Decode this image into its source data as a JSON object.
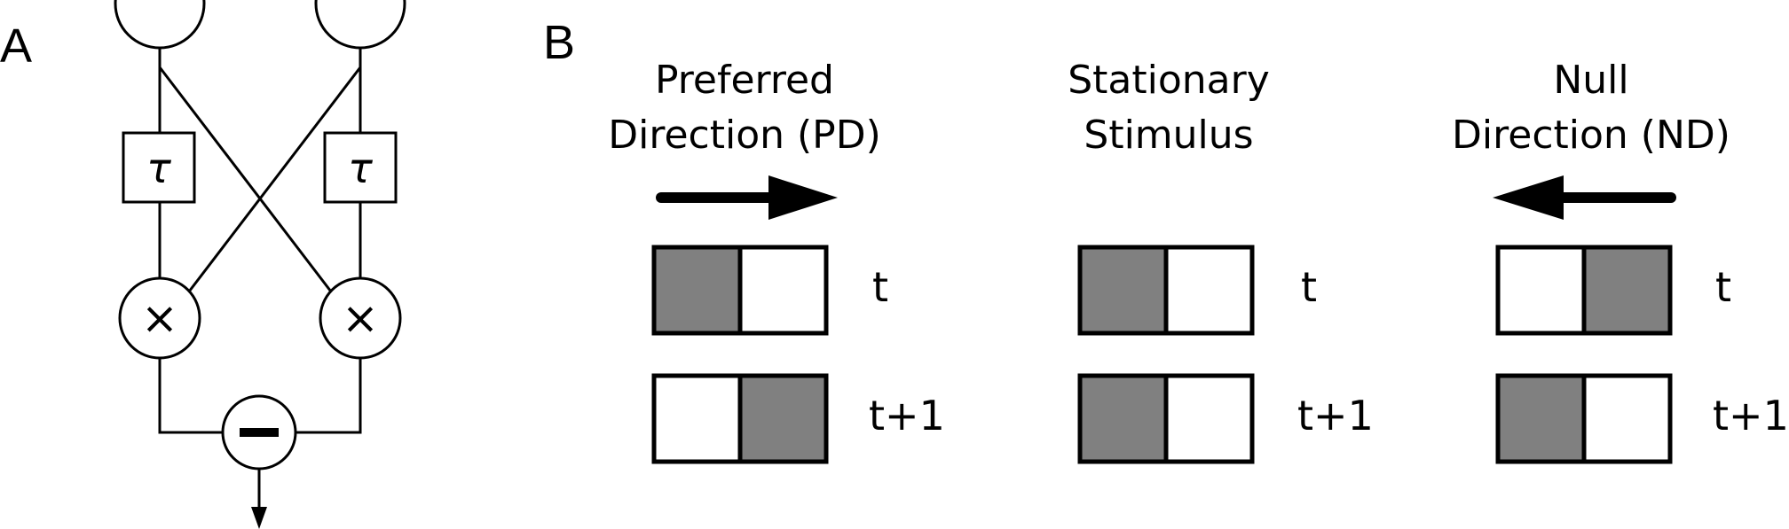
{
  "panel_a": {
    "label": "A",
    "delay_symbol": "τ",
    "multiply_symbol": "×",
    "subtract_symbol": "−"
  },
  "panel_b": {
    "label": "B",
    "colors": {
      "filled": "#808080",
      "empty": "#ffffff",
      "stroke": "#000000"
    },
    "conditions": [
      {
        "title_line1": "Preferred",
        "title_line2": "Direction (PD)",
        "arrow": "right-arrow",
        "frames": [
          {
            "time_label": "t",
            "cells": [
              "filled",
              "empty"
            ]
          },
          {
            "time_label": "t+1",
            "cells": [
              "empty",
              "filled"
            ]
          }
        ]
      },
      {
        "title_line1": "Stationary",
        "title_line2": "Stimulus",
        "arrow": "none",
        "frames": [
          {
            "time_label": "t",
            "cells": [
              "filled",
              "empty"
            ]
          },
          {
            "time_label": "t+1",
            "cells": [
              "filled",
              "empty"
            ]
          }
        ]
      },
      {
        "title_line1": "Null",
        "title_line2": "Direction (ND)",
        "arrow": "left-arrow",
        "frames": [
          {
            "time_label": "t",
            "cells": [
              "empty",
              "filled"
            ]
          },
          {
            "time_label": "t+1",
            "cells": [
              "filled",
              "empty"
            ]
          }
        ]
      }
    ]
  }
}
